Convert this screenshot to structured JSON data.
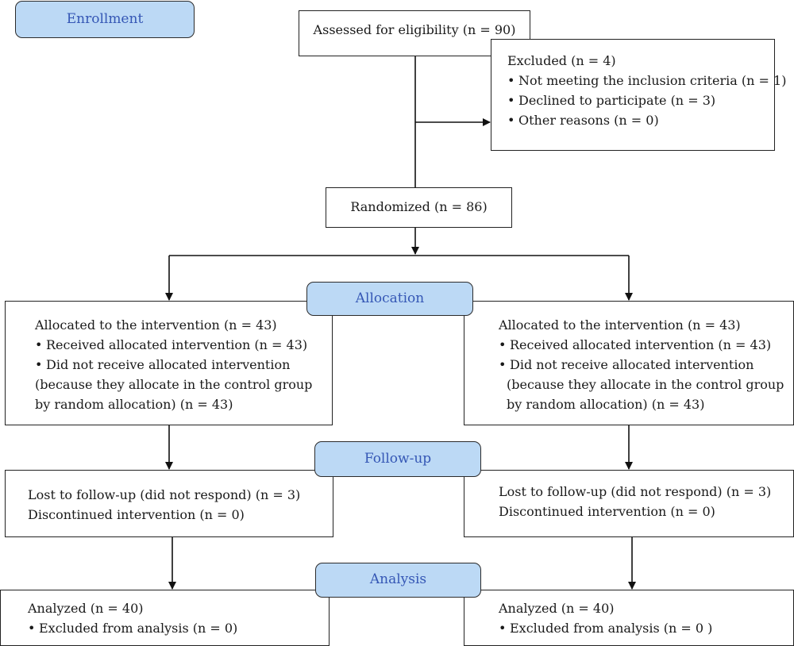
{
  "stages": {
    "enrollment": "Enrollment",
    "allocation": "Allocation",
    "follow_up": "Follow-up",
    "analysis": "Analysis"
  },
  "assessed": "Assessed for eligibility (n = 90)",
  "excluded": {
    "title": "Excluded (n = 4)",
    "items": [
      "Not meeting the inclusion criteria (n = 1)",
      "Declined to participate (n = 3)",
      "Other reasons (n = 0)"
    ]
  },
  "randomized": "Randomized (n = 86)",
  "left": {
    "allocation": {
      "title": "Allocated to the intervention (n = 43)",
      "received": "Received allocated intervention (n = 43)",
      "not_received": "Did not receive allocated intervention",
      "reason_1": "(because they allocate in the control group",
      "reason_2": "by random allocation) (n = 43)"
    },
    "follow_up": {
      "lost": "Lost to follow-up (did not respond) (n = 3)",
      "discontinued": "Discontinued intervention (n = 0)"
    },
    "analysis": {
      "analyzed": "Analyzed (n = 40)",
      "excluded": "Excluded from analysis (n = 0)"
    }
  },
  "right": {
    "allocation": {
      "title": "Allocated to the intervention (n = 43)",
      "received": "Received allocated intervention (n = 43)",
      "not_received": "Did not receive allocated intervention",
      "reason_1": "(because they allocate in the control group",
      "reason_2": "by random allocation) (n = 43)"
    },
    "follow_up": {
      "lost": "Lost to follow-up (did not respond) (n = 3)",
      "discontinued": "Discontinued intervention (n = 0)"
    },
    "analysis": {
      "analyzed": "Analyzed (n = 40)",
      "excluded": "Excluded from analysis (n = 0 )"
    }
  }
}
